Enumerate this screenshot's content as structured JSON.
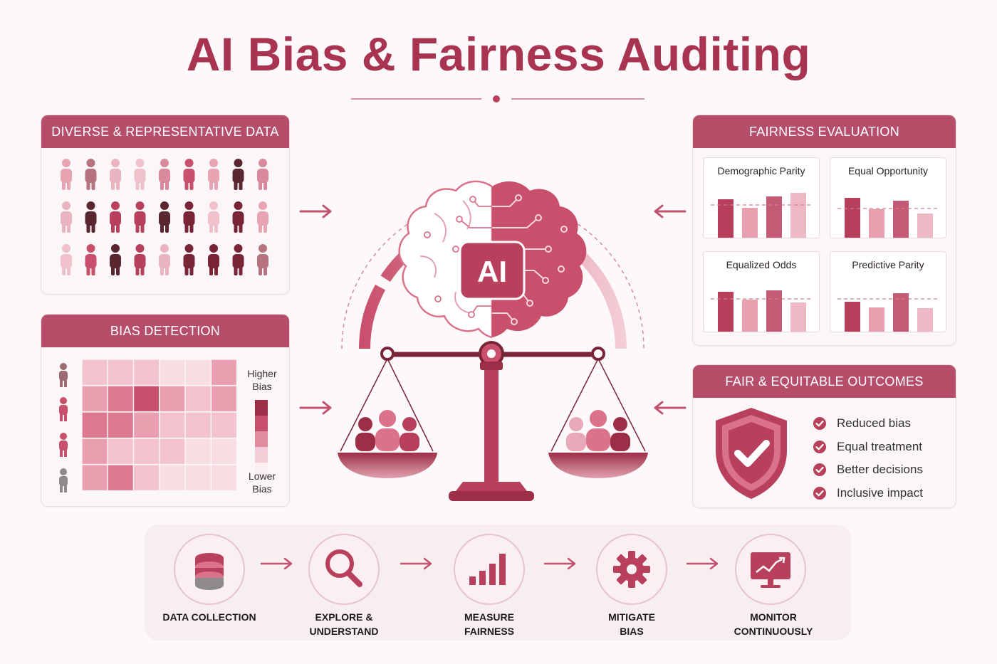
{
  "title": "AI Bias & Fairness Auditing",
  "panels": {
    "diverse_data": {
      "header": "DIVERSE & REPRESENTATIVE DATA"
    },
    "bias_detection": {
      "header": "BIAS DETECTION",
      "legend_high_1": "Higher",
      "legend_high_2": "Bias",
      "legend_low_1": "Lower",
      "legend_low_2": "Bias"
    },
    "fairness_evaluation": {
      "header": "FAIRNESS EVALUATION",
      "metrics": [
        {
          "label": "Demographic Parity"
        },
        {
          "label": "Equal Opportunity"
        },
        {
          "label": "Equalized Odds"
        },
        {
          "label": "Predictive Parity"
        }
      ]
    },
    "outcomes": {
      "header": "FAIR & EQUITABLE OUTCOMES",
      "items": [
        "Reduced bias",
        "Equal treatment",
        "Better decisions",
        "Inclusive impact"
      ]
    }
  },
  "center": {
    "badge": "AI"
  },
  "workflow": {
    "steps": [
      {
        "line1": "DATA COLLECTION",
        "line2": ""
      },
      {
        "line1": "EXPLORE &",
        "line2": "UNDERSTAND"
      },
      {
        "line1": "MEASURE",
        "line2": "FAIRNESS"
      },
      {
        "line1": "MITIGATE",
        "line2": "BIAS"
      },
      {
        "line1": "MONITOR",
        "line2": "CONTINUOUSLY"
      }
    ]
  },
  "colors": {
    "accent": "#b8405d",
    "header": "#b74e69",
    "dark": "#6e2233"
  }
}
